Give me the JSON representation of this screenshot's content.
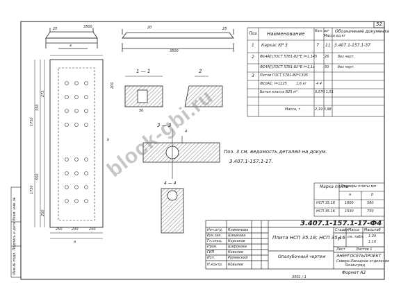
{
  "sheet_number": "52",
  "spec_table": {
    "headers": {
      "pos": "Поз.",
      "name": "Наименование",
      "qty": "Кол. шт",
      "mass": "Масса ед.кг",
      "designation": "Обозначение документа"
    },
    "rows": [
      {
        "pos": "1",
        "name": "Каркас   КР 3",
        "qty": "7",
        "mass": "11",
        "designation": "3.407.1-157.1-37"
      },
      {
        "pos": "2",
        "name": "Ф14А∏ ГОСТ 5781-82*Е l=1,145",
        "qty": "",
        "mass": "26",
        "designation": "без черт."
      },
      {
        "pos": "",
        "name": "Ф14А∏ ГОСТ 5781-82*Е l=1,1з",
        "qty": "",
        "mass": "50",
        "designation": "без черт."
      },
      {
        "pos": "3",
        "name": "Петли ГОСТ 5781-82*С305",
        "qty": "",
        "mass": "",
        "designation": ""
      },
      {
        "pos": "",
        "name": "Ф10А1; l=1225",
        "qty": "",
        "mass": "1,6 кг",
        "designation": "4   4"
      },
      {
        "pos": "",
        "name": "Бетон класса   B25 м³",
        "qty": "",
        "mass": "",
        "designation": "0,570  1,51"
      },
      {
        "pos": "",
        "name": "Масса, т",
        "qty": "",
        "mass": "",
        "designation": "2,19  3,98"
      }
    ]
  },
  "sections": {
    "s11": "1 — 1",
    "s22": "2",
    "s33": "3 — 3"
  },
  "note": {
    "line1": "Поз. 3 см. ведомость деталей на докум.",
    "line2": "3.407.1-157.1-17."
  },
  "marks_table": {
    "headers": {
      "mark": "Марка плиты",
      "sizes": "Размеры плиты мм",
      "a": "a",
      "b": "b"
    },
    "rows": [
      {
        "mark": "НСП 35.18",
        "a": "1800",
        "b": "580"
      },
      {
        "mark": "НСП 35.16",
        "a": "1530",
        "b": "750"
      }
    ]
  },
  "title_block": {
    "code": "3.407.1-157.1-17-Ф4",
    "roles": [
      {
        "role": "Нач.отд.",
        "name": "Климанова"
      },
      {
        "role": "Рук.сек.",
        "name": "Шишкова"
      },
      {
        "role": "Гл.спец.",
        "name": "Корсаков"
      },
      {
        "role": "Пров.",
        "name": "Широкова"
      },
      {
        "role": "ГИП",
        "name": "Ковалев"
      },
      {
        "role": "Исп.",
        "name": "Романский"
      },
      {
        "role": "",
        "name": ""
      },
      {
        "role": "Н.контр.",
        "name": "Ковалев"
      }
    ],
    "item_name": "Плита  НСП 35.18; НСП 35.16",
    "drawing_type": "Опалубочный  чертеж",
    "stage_header": "Стадия",
    "mass_header": "Масса",
    "scale_header": "Масштаб",
    "stage": "Р",
    "mass_value": "см. табл.",
    "scale1": "1:20",
    "scale2": "1:10",
    "sheet_label": "Лист",
    "sheets_label": "Листов 1",
    "org1": "ЭНЕРГОСЕТЬПРОЕКТ",
    "org2": "Северо-Западное отделение",
    "org3": "Ленинград"
  },
  "side_stamp": "Инв.№ подл.  Подпись и дата  Взам. инв. №",
  "format": "Формат  А3",
  "bottom_code": "3501 / 1",
  "watermark": "block-gbi.ru",
  "dims": {
    "len_top": "3500",
    "len_main": "3500",
    "d25a": "25",
    "d25b": "25",
    "d20": "20",
    "a": "a",
    "b": "b",
    "v1750": "1750",
    "v200": "200",
    "v550": "550",
    "v550b": "550",
    "v275": "275",
    "v250": "250",
    "h250": "250",
    "h250b": "250",
    "h230": "230",
    "d50": "50",
    "lbl4": "4",
    "lbl44": "4 — 4"
  }
}
